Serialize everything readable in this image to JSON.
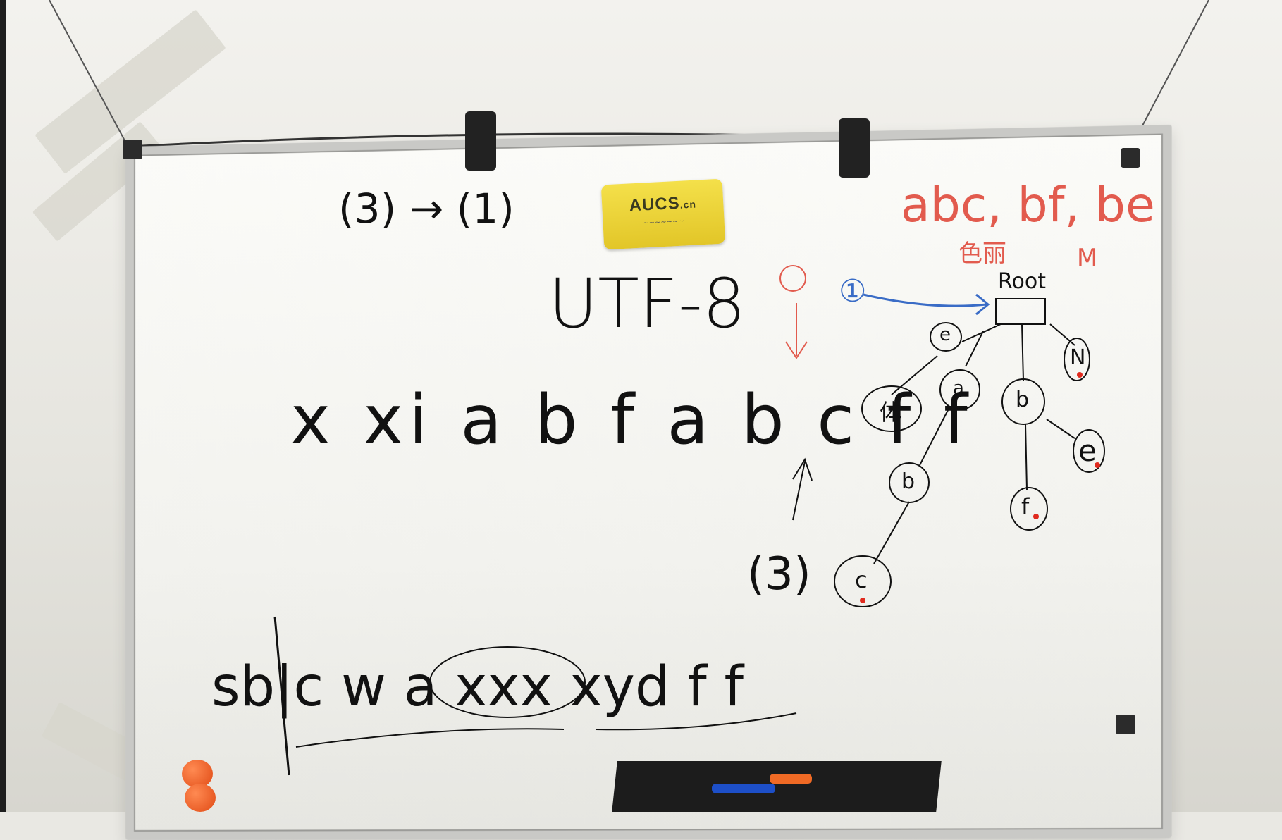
{
  "board": {
    "sticker_title": "AUCS",
    "sticker_suffix": ".cn",
    "top_left": "(3) → (1)",
    "utf8": "UTF-8",
    "main_line": "x xi a b f a b c f f",
    "bottom_line": "sb|c w a xxx xyd f f",
    "red_words": "abc, bf, be",
    "red_small_1": "色丽",
    "red_small_2": "M",
    "circle_one_blue": "①",
    "circle_three": "(3)",
    "root_label": "Root",
    "nodes": [
      "e",
      "a",
      "b",
      "b",
      "c",
      "f",
      "e",
      "体",
      "N"
    ]
  },
  "colors": {
    "ink": "#111111",
    "red": "#e25b4e",
    "blue": "#3a6cc6",
    "sticker": "#f4e04a"
  }
}
